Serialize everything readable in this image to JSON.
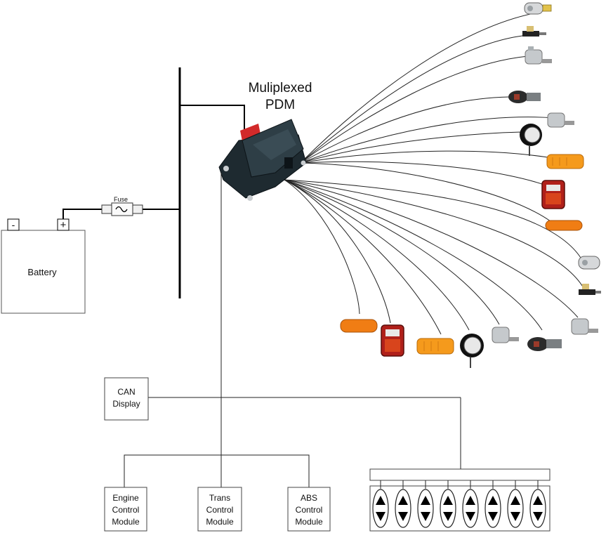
{
  "pdm": {
    "title_line1": "Muliplexed",
    "title_line2": "PDM"
  },
  "battery": {
    "label": "Battery",
    "minus": "-",
    "plus": "+"
  },
  "fuse": {
    "label": "Fuse"
  },
  "can_display": {
    "line1": "CAN",
    "line2": "Display"
  },
  "modules": {
    "engine": {
      "line1": "Engine",
      "line2": "Control",
      "line3": "Module"
    },
    "trans": {
      "line1": "Trans",
      "line2": "Control",
      "line3": "Module"
    },
    "abs": {
      "line1": "ABS",
      "line2": "Control",
      "line3": "Module"
    }
  },
  "keypad": {
    "button_count": 8,
    "icon": "up-down-arrow-icon"
  },
  "loads": [
    "window-motor-icon",
    "actuator-icon",
    "solenoid-icon",
    "window-motor-icon",
    "solenoid-icon",
    "work-light-icon",
    "amber-marker-lamp-icon",
    "tail-lamp-icon",
    "amber-marker-lamp-icon",
    "window-motor-icon",
    "actuator-icon",
    "solenoid-icon",
    "window-motor-icon",
    "solenoid-icon",
    "work-light-icon",
    "amber-marker-lamp-icon",
    "tail-lamp-icon",
    "amber-marker-lamp-icon"
  ],
  "colors": {
    "pdm_body": "#1e2a30",
    "pdm_red": "#d22a2a",
    "amber": "#f59a1c",
    "tail_red": "#b0201a",
    "wire": "#222222"
  }
}
